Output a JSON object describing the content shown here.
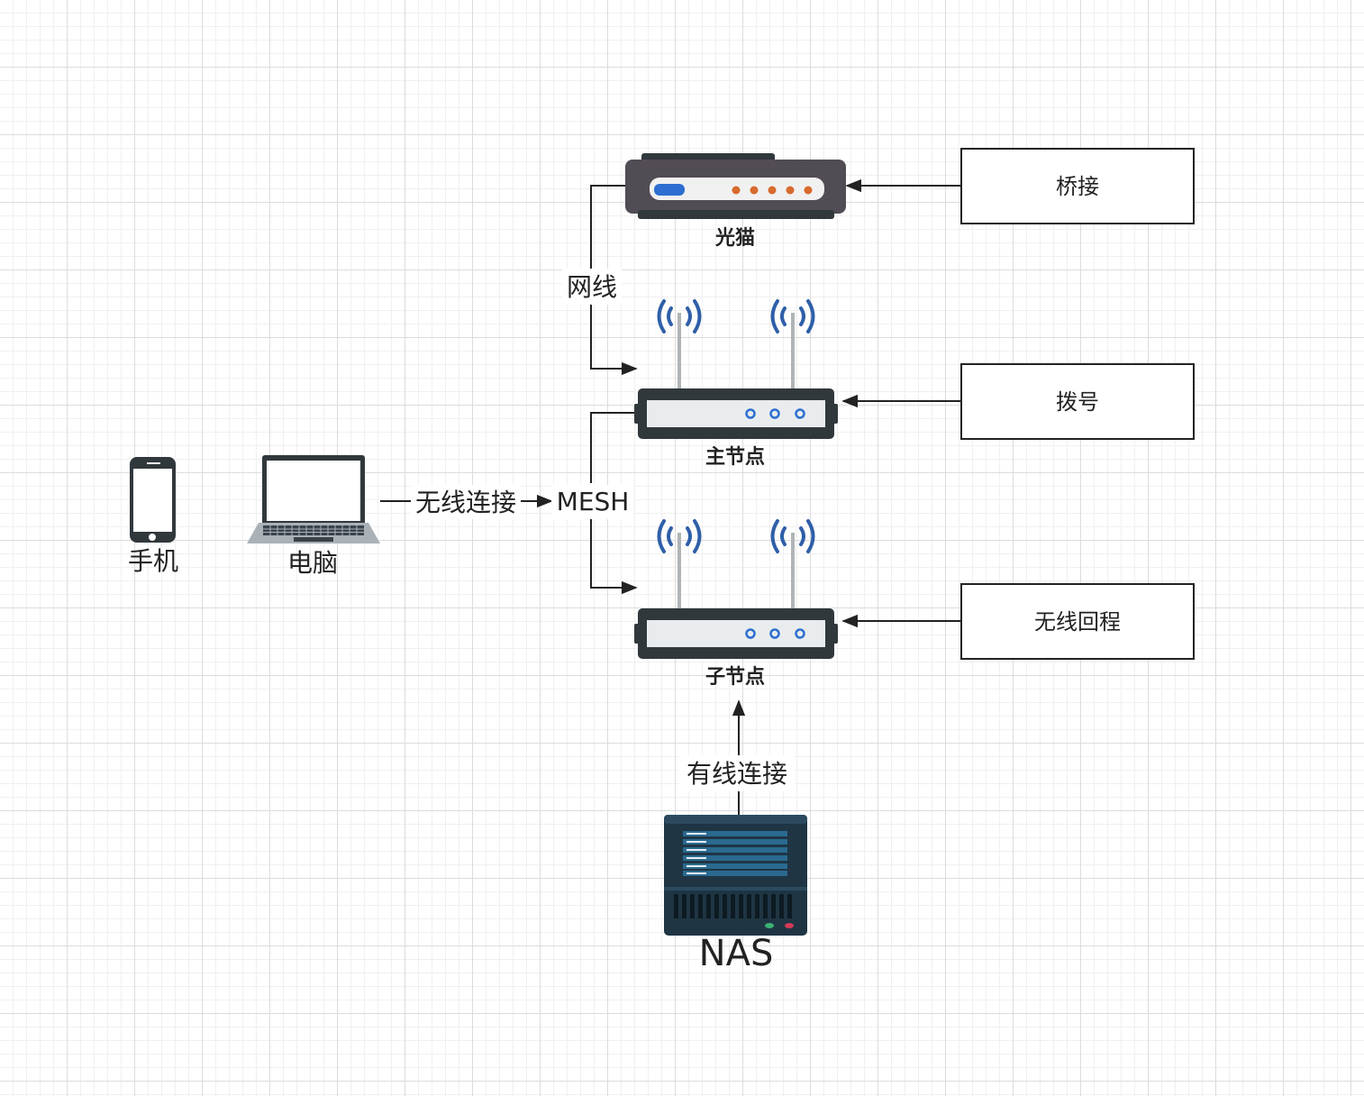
{
  "nodes": {
    "modem": {
      "label": "光猫",
      "icon": "optical-modem-icon"
    },
    "main_node": {
      "label": "主节点",
      "icon": "wifi-router-icon"
    },
    "sub_node": {
      "label": "子节点",
      "icon": "wifi-router-icon"
    },
    "nas": {
      "label": "NAS",
      "icon": "nas-server-icon"
    },
    "phone": {
      "label": "手机",
      "icon": "phone-icon"
    },
    "laptop": {
      "label": "电脑",
      "icon": "laptop-icon"
    },
    "mesh": {
      "label": "MESH"
    }
  },
  "notes": {
    "bridge": "桥接",
    "dialup": "拨号",
    "wireless_backhaul": "无线回程"
  },
  "edges": {
    "network_cable": "网线",
    "wireless_connect": "无线连接",
    "wired_connect": "有线连接"
  },
  "colors": {
    "device_dark": "#30383c",
    "screen_light": "#e9ecee",
    "wifi_blue": "#2f5fa8",
    "port_orange": "#d86b2d",
    "nas_body": "#1f3544",
    "nas_bar": "#2a6a8f"
  }
}
